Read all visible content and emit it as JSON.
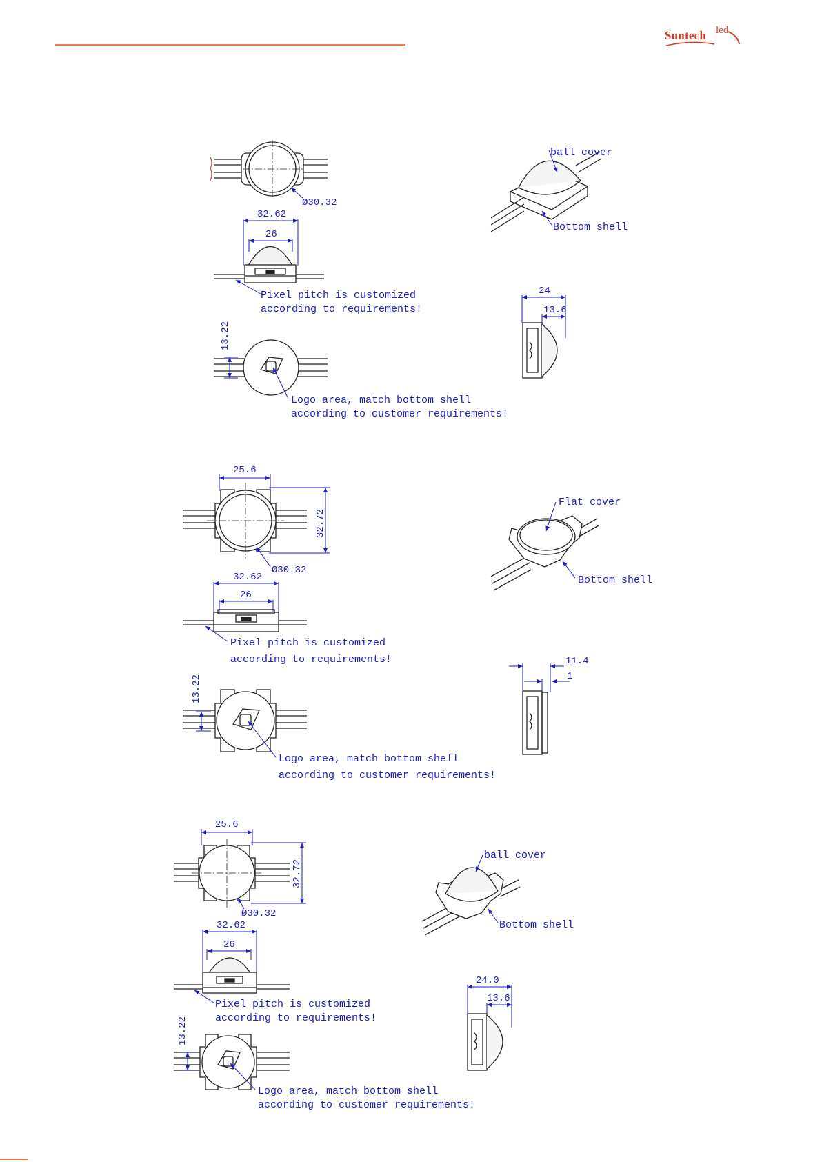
{
  "brand": {
    "name_main": "Suntech",
    "name_sup": "led"
  },
  "colors": {
    "accent": "#f08040",
    "annotation": "#1d1dc0",
    "drawing": "#222222"
  },
  "diagrams": [
    {
      "id": "ball-standard",
      "dim_diameter": "Ø30.32",
      "dim_width_total": "32.62",
      "dim_width_inner": "26",
      "dim_height_offset": "13.22",
      "note_pitch_1": "Pixel pitch is customized",
      "note_pitch_2": "according to requirements!",
      "note_logo_1": "Logo area, match bottom shell",
      "note_logo_2": "according to customer requirements!",
      "label_cover": "ball cover",
      "label_shell": "Bottom shell",
      "dim_side_total": "24",
      "dim_side_cover": "13.6"
    },
    {
      "id": "flat-wide",
      "dim_top_width": "25.6",
      "dim_top_height": "32.72",
      "dim_diameter": "Ø30.32",
      "dim_width_total": "32.62",
      "dim_width_inner": "26",
      "dim_height_offset": "13.22",
      "note_pitch_1": "Pixel pitch is customized",
      "note_pitch_2": "according to requirements!",
      "note_logo_1": "Logo area, match bottom shell",
      "note_logo_2": "according to customer requirements!",
      "label_cover": "Flat cover",
      "label_shell": "Bottom shell",
      "dim_side_total": "11.4",
      "dim_side_cover": "1"
    },
    {
      "id": "ball-wide",
      "dim_top_width": "25.6",
      "dim_top_height": "32.72",
      "dim_diameter": "Ø30.32",
      "dim_width_total": "32.62",
      "dim_width_inner": "26",
      "dim_height_offset": "13.22",
      "note_pitch_1": "Pixel pitch is customized",
      "note_pitch_2": "according to requirements!",
      "note_logo_1": "Logo area, match bottom shell",
      "note_logo_2": "according to customer requirements!",
      "label_cover": "ball cover",
      "label_shell": "Bottom shell",
      "dim_side_total": "24.0",
      "dim_side_cover": "13.6"
    }
  ]
}
